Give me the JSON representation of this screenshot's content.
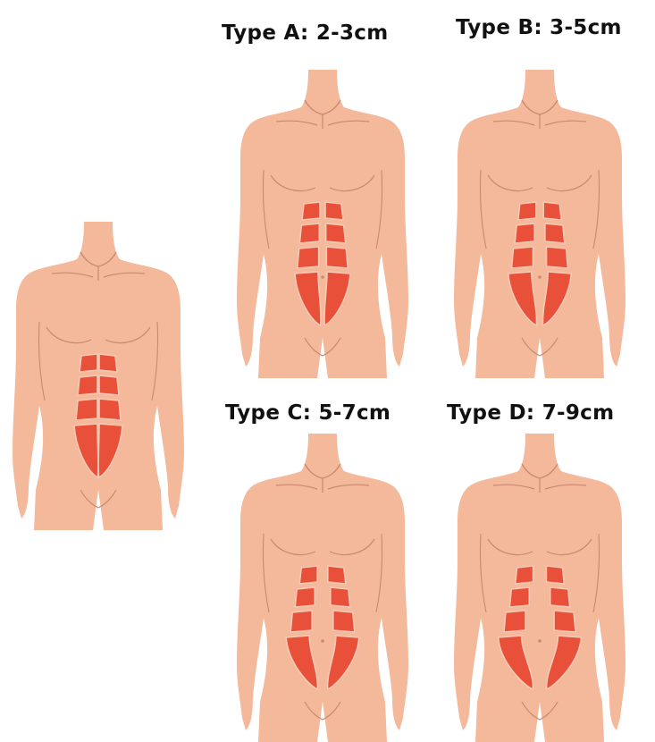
{
  "labels": {
    "type_a": "Type A: 2-3cm",
    "type_b": "Type B: 3-5cm",
    "type_c": "Type C: 5-7cm",
    "type_d": "Type D: 7-9cm"
  },
  "figures": [
    {
      "id": "normal",
      "gap": 0,
      "flare": 0
    },
    {
      "id": "type-a",
      "gap": 2.5,
      "flare": 2
    },
    {
      "id": "type-b",
      "gap": 4,
      "flare": 5
    },
    {
      "id": "type-c",
      "gap": 6,
      "flare": 9
    },
    {
      "id": "type-d",
      "gap": 8,
      "flare": 13
    }
  ],
  "colors": {
    "skin": "#f4b89b",
    "skin_line": "#c98a70",
    "muscle": "#e8503a",
    "muscle_line": "#f6c9b5"
  }
}
